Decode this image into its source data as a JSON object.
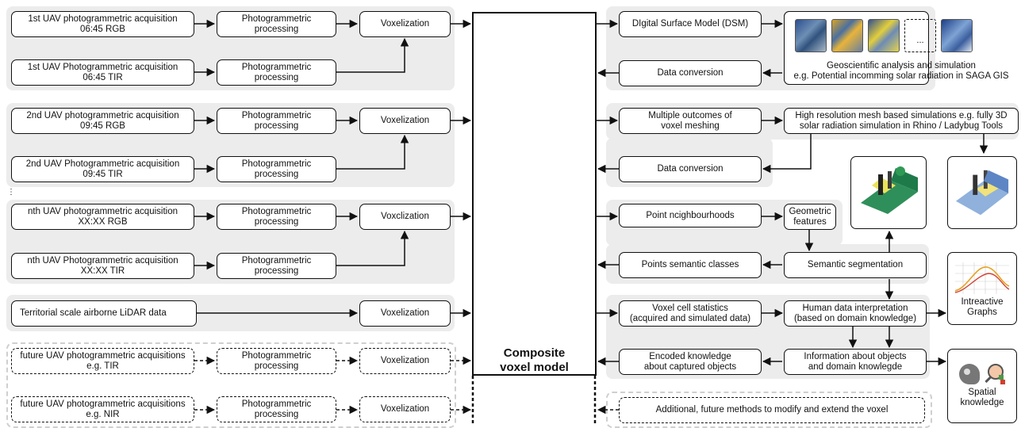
{
  "composite": "Composite\nvoxel model",
  "left": {
    "acq1_rgb": "1st UAV photogrammetric acquisition\n06:45 RGB",
    "acq1_tir": "1st UAV Photogrammetric acquisition\n06:45 TIR",
    "acq2_rgb": "2nd UAV photogrammetric acquisition\n09:45 RGB",
    "acq2_tir": "2nd UAV Photogrammetric acquisition\n09:45 TIR",
    "acqn_rgb": "nth UAV photogrammetric acquisition\nXX:XX RGB",
    "acqn_tir": "nth UAV Photogrammetric acquisition\nXX:XX TIR",
    "lidar": "Territorial scale airborne LiDAR data",
    "future_tir": "future UAV photogrammetric acquisitions\ne.g. TIR",
    "future_nir": "future UAV photogrammetric acquisitions\ne.g. NIR",
    "processing": "Photogrammetric\nprocessing",
    "voxelization": "Voxelization",
    "voxelization_typo": "Voxclization",
    "ellipsis": "⋮"
  },
  "right": {
    "dsm": "DIgital Surface Model (DSM)",
    "geo_caption": "Geoscientific analysis and simulation\ne.g. Potential incomming solar radiation in SAGA GIS",
    "thumb_ellipsis": "...",
    "data_conversion": "Data conversion",
    "meshing": "Multiple outcomes of\nvoxel meshing",
    "mesh_sim": "High resolution mesh based simulations e.g. fully 3D\nsolar radiation simulation in Rhino / Ladybug Tools",
    "neighbourhoods": "Point ncighbourhoods",
    "geometric": "Geometric\nfeatures",
    "semantic_classes": "Points semantic classes",
    "semantic_seg": "Semantic segmentation",
    "voxel_stats": "Voxel cell statistics\n(acquired and simulated data)",
    "human_interp": "Human data interpretation\n(based on domain knowledge)",
    "encoded": "Encoded knowledge\nabout captured objects",
    "info_objects": "Information about objects\nand domain knowlegde",
    "graphs": "Intreactive\nGraphs",
    "spatial": "Spatial\nknowledge",
    "future_methods": "Additional, future methods to modify and extend the voxel"
  },
  "colors": {
    "line": "#111111",
    "panel": "#ececec",
    "dashed_panel": "#cfcfcf"
  }
}
